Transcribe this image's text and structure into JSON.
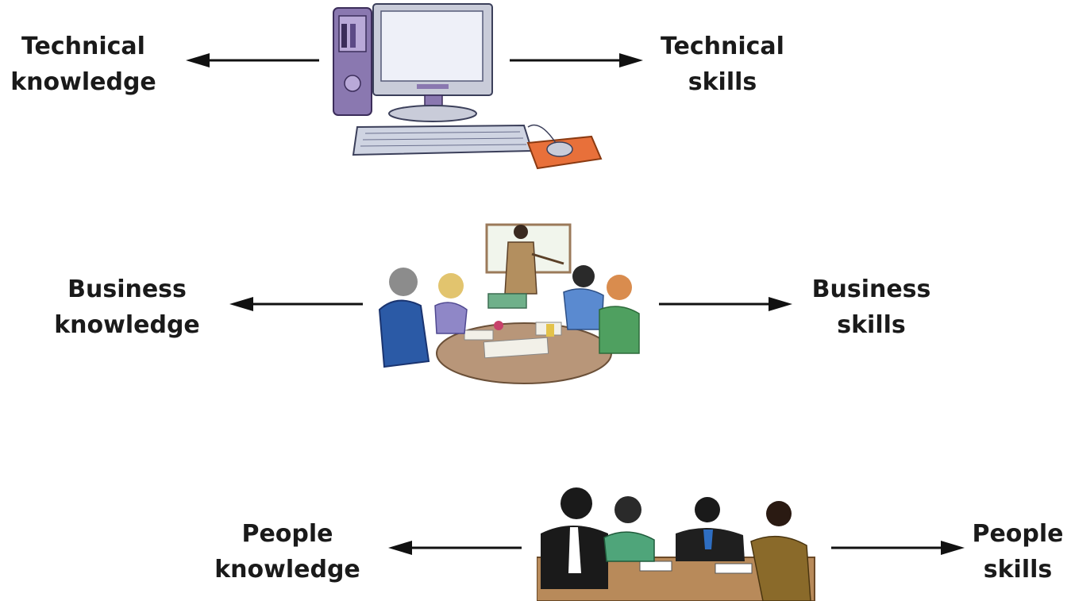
{
  "rows": [
    {
      "left": {
        "line1": "Technical",
        "line2": "knowledge"
      },
      "right": {
        "line1": "Technical",
        "line2": "skills"
      },
      "image": "computer-icon"
    },
    {
      "left": {
        "line1": "Business",
        "line2": "knowledge"
      },
      "right": {
        "line1": "Business",
        "line2": "skills"
      },
      "image": "business-meeting-icon"
    },
    {
      "left": {
        "line1": "People",
        "line2": "knowledge"
      },
      "right": {
        "line1": "People",
        "line2": "skills"
      },
      "image": "people-meeting-icon"
    }
  ],
  "colors": {
    "arrow": "#111111",
    "text": "#1a1a1a",
    "mousepad": "#e8703a",
    "computer": "#8a78b0"
  }
}
